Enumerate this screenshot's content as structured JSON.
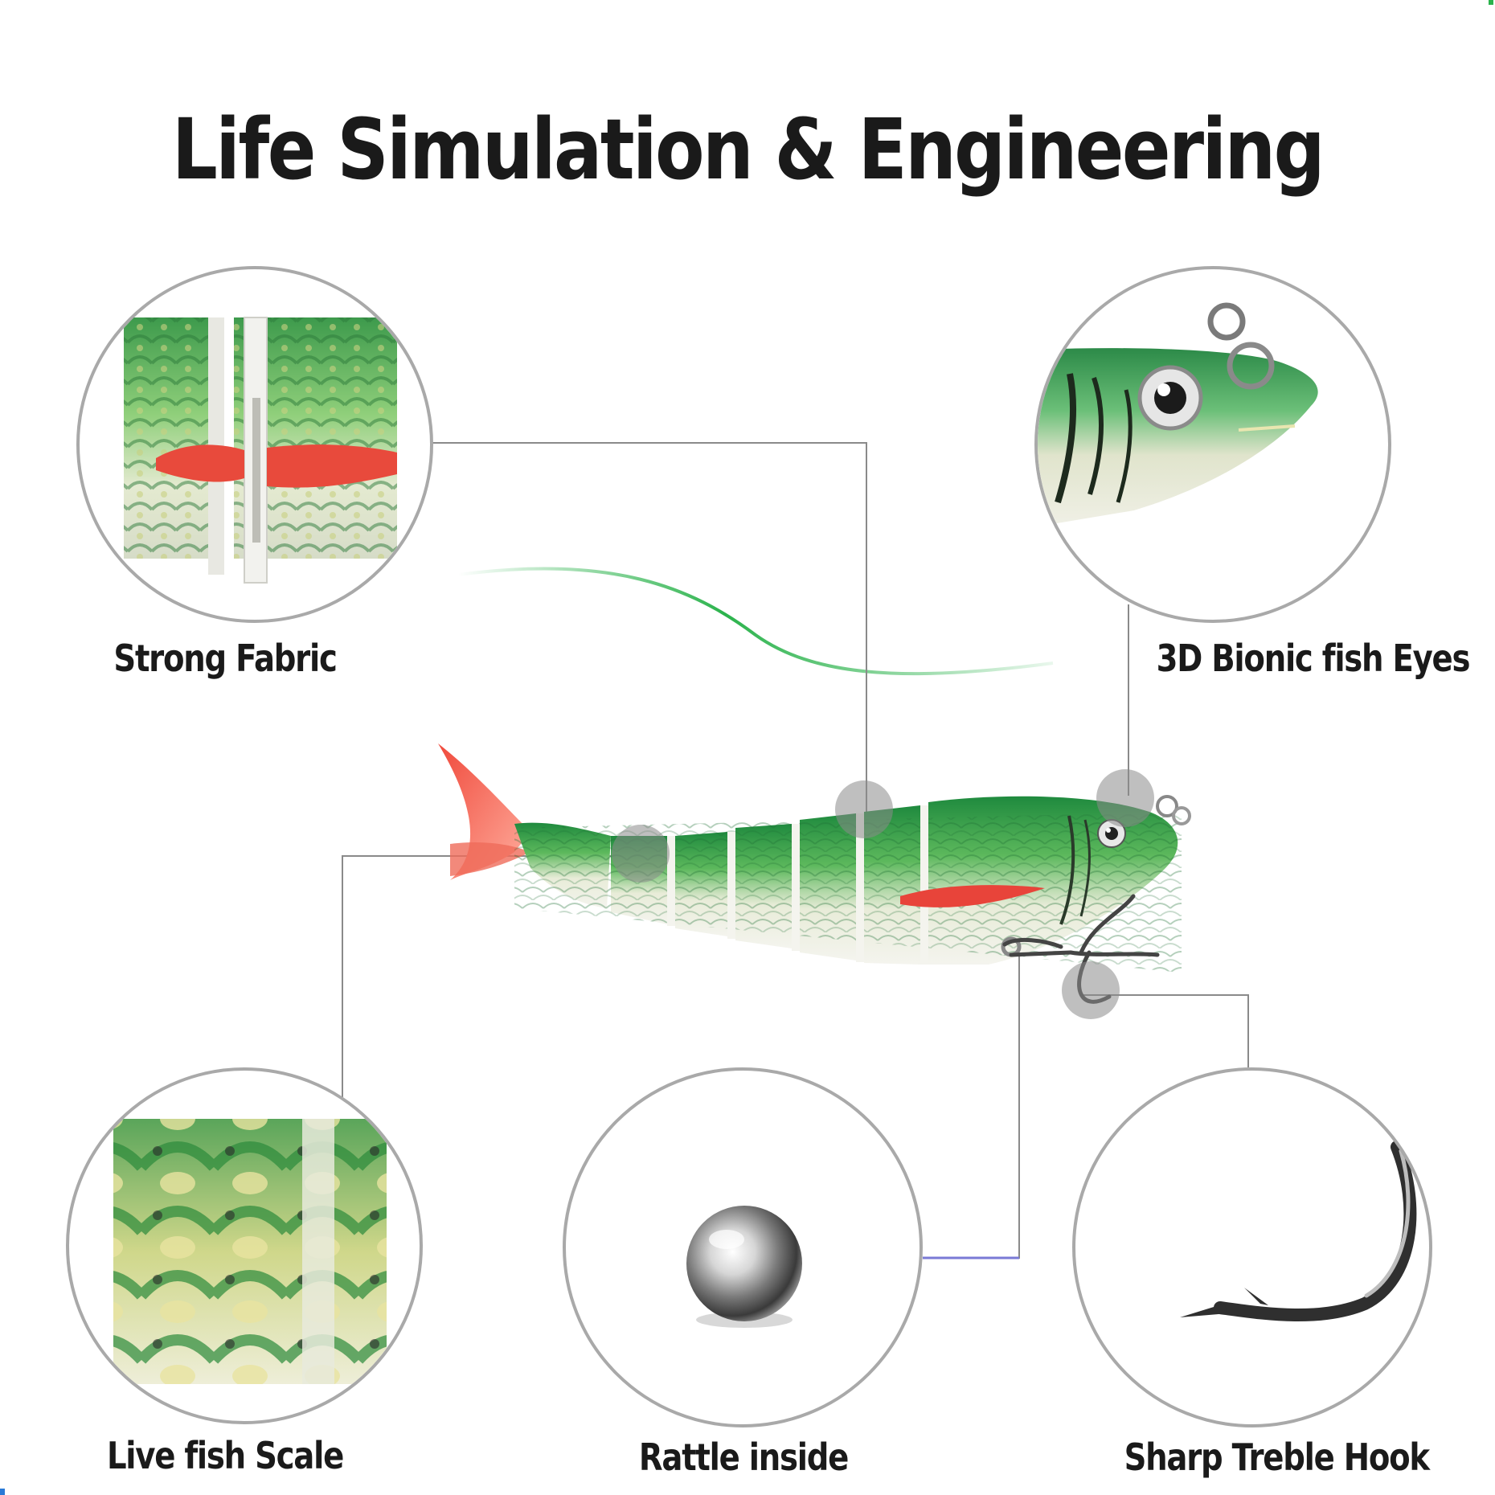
{
  "title": "Life Simulation & Engineering",
  "features": [
    {
      "label": "Strong Fabric",
      "icon": "segment-joint-closeup-icon"
    },
    {
      "label": "3D Bionic fish Eyes",
      "icon": "fish-eye-closeup-icon"
    },
    {
      "label": "Live fish Scale",
      "icon": "fish-scale-closeup-icon"
    },
    {
      "label": "Rattle inside",
      "icon": "steel-ball-icon"
    },
    {
      "label": "Sharp Treble Hook",
      "icon": "hook-closeup-icon"
    }
  ],
  "product": {
    "icon": "jointed-swimbait-lure-icon"
  },
  "colors": {
    "text": "#1a1a1a",
    "connector": "#8a8a8a",
    "circle_border": "#a9a9a9",
    "fish_green": "#2e9a4a",
    "fish_red": "#e8443a",
    "fishing_line": "#2bb34c",
    "rattle_line": "#7a7ad6"
  }
}
